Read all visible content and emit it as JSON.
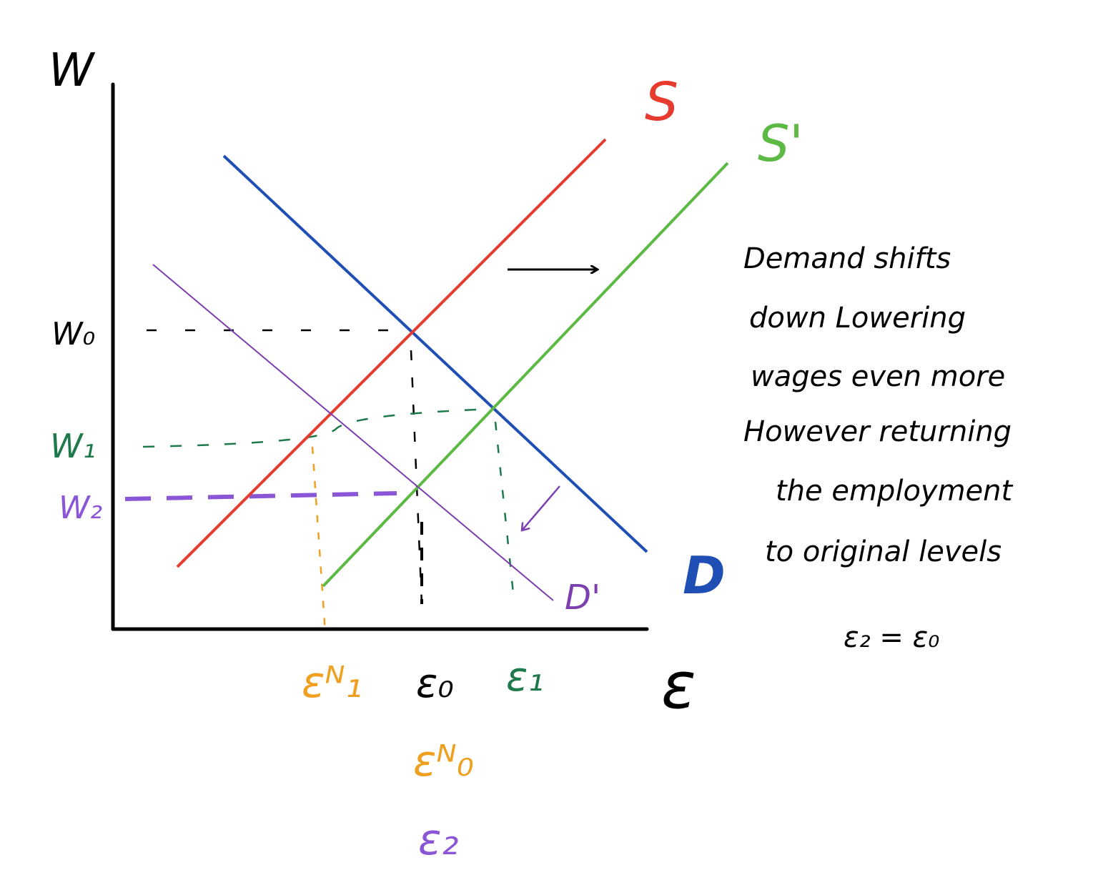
{
  "colors": {
    "axis": "#000000",
    "supply": "#e63b2e",
    "supply_shifted": "#5bb944",
    "demand": "#1f4fb5",
    "demand_shifted": "#7b3fb0",
    "w0_guide": "#000000",
    "w1_guide": "#1e7a4a",
    "w2_guide": "#8a55d6",
    "e1n_guide": "#f0a020",
    "arrow": "#000000"
  },
  "axes": {
    "y_label": "W",
    "x_label": "ε"
  },
  "curves": {
    "S": "S",
    "S_shifted": "S'",
    "D": "D",
    "D_shifted": "D'"
  },
  "wage_labels": {
    "w0": "W₀",
    "w1": "W₁",
    "w2": "W₂"
  },
  "employment_labels": {
    "e1n": "εᴺ₁",
    "e0": "ε₀",
    "e1": "ε₁",
    "e0n": "εᴺ₀",
    "e2": "ε₂"
  },
  "annotation": {
    "lines": [
      "Demand shifts",
      "down Lowering",
      "wages even more",
      "However returning",
      "the employment",
      "to original levels"
    ],
    "equation": "ε₂ = ε₀"
  }
}
